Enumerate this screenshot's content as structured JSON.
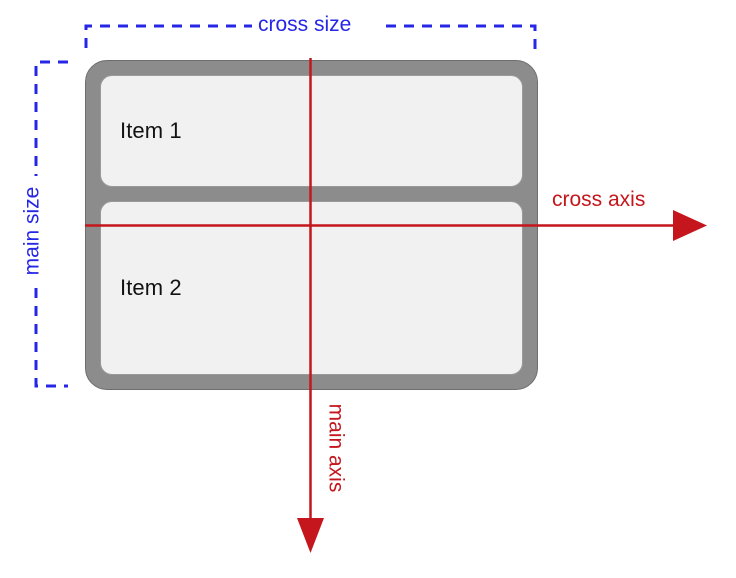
{
  "diagram": {
    "title": "CSS flexbox column-direction axes diagram",
    "colors": {
      "blue": "#2626e6",
      "red": "#c4161c",
      "container_fill": "#8c8c8c",
      "container_stroke": "#6e6e6e",
      "item_fill": "#f1f1f1",
      "item_stroke": "#9a9a9a",
      "background": "#ffffff",
      "item_text": "#121212"
    },
    "container": {
      "name": "flex-container",
      "items": [
        {
          "label": "Item 1"
        },
        {
          "label": "Item 2"
        }
      ]
    },
    "measurements": [
      {
        "id": "cross-size",
        "label": "cross size",
        "orientation": "horizontal",
        "style": "dashed-bracket",
        "color": "#2626e6"
      },
      {
        "id": "main-size",
        "label": "main size",
        "orientation": "vertical",
        "style": "dashed-bracket",
        "color": "#2626e6"
      }
    ],
    "axes": [
      {
        "id": "cross-axis",
        "label": "cross axis",
        "direction": "right",
        "color": "#c4161c"
      },
      {
        "id": "main-axis",
        "label": "main axis",
        "direction": "down",
        "color": "#c4161c"
      }
    ]
  }
}
